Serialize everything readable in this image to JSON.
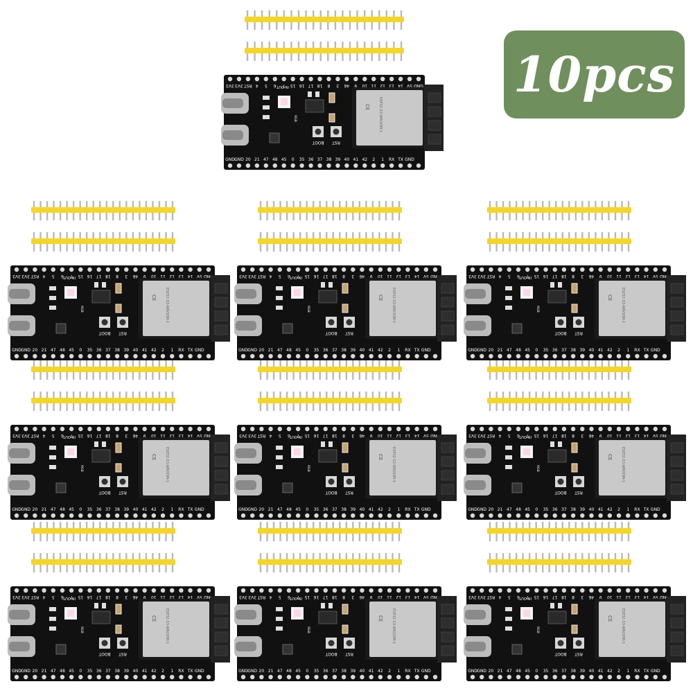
{
  "badge": {
    "quantity_label": "10pcs"
  },
  "board": {
    "top_pin_labels": [
      "3V3",
      "3V3",
      "RST",
      "4",
      "5",
      "6",
      "7",
      "15",
      "16",
      "17",
      "18",
      "8",
      "3",
      "46",
      "9",
      "10",
      "11",
      "12",
      "13",
      "14",
      "5V",
      "GND"
    ],
    "bottom_pin_labels": [
      "GND",
      "GND",
      "20",
      "21",
      "47",
      "48",
      "45",
      "0",
      "35",
      "36",
      "37",
      "38",
      "39",
      "40",
      "41",
      "42",
      "2",
      "1",
      "RX",
      "TX",
      "GND"
    ],
    "silk_led": "IN-OUT",
    "silk_rgb": "RGB",
    "button_boot": "BOOT",
    "button_rst": "RST",
    "module_marking": "ESP32-S3-WROOM-1",
    "module_ce": "CE"
  },
  "colors": {
    "pcb": "#111111",
    "pin_header_plastic": "#f5d623",
    "pin_metal": "#b9b9b9",
    "module_shield": "#c9c9c9",
    "badge": "#6f8f5c"
  },
  "icons": [
    "usb-c-port-icon",
    "push-button-icon",
    "rgb-led-icon",
    "wifi-module-icon"
  ],
  "board_count": 10
}
